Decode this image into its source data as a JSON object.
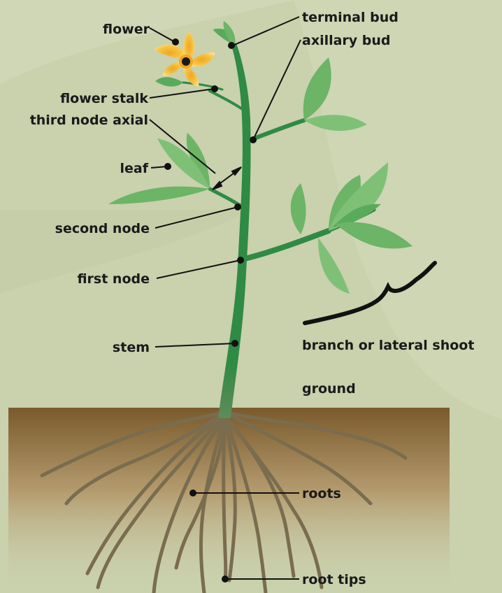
{
  "labels": {
    "flower": "flower",
    "terminal_bud": "terminal bud",
    "axillary_bud": "axillary bud",
    "flower_stalk": "flower stalk",
    "third_node_axial": "third node axial",
    "leaf": "leaf",
    "second_node": "second node",
    "first_node": "first node",
    "stem": "stem",
    "branch": "branch or lateral shoot",
    "ground": "ground",
    "roots": "roots",
    "root_tips": "root tips"
  },
  "colors": {
    "background": "#c9d1ad",
    "stem": "#2f8a44",
    "leaf": "#6cb466",
    "flower": "#f6c444",
    "soil_top": "#7a5a2c",
    "root": "#7a6c4e",
    "leader_line": "#111111"
  }
}
